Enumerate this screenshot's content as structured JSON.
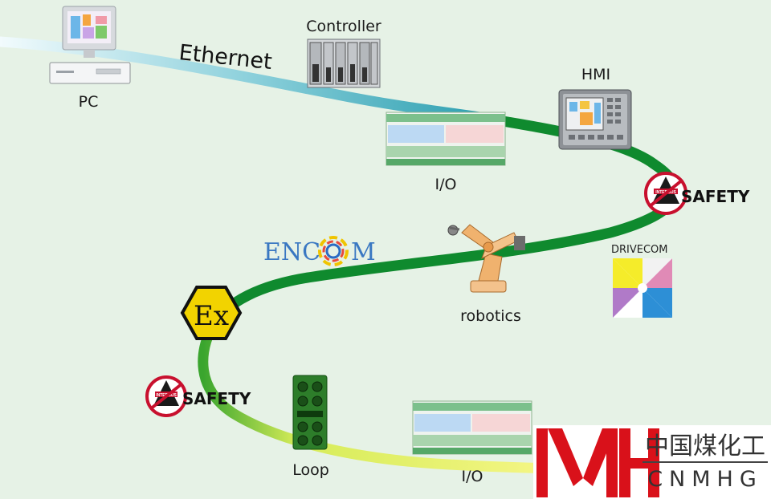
{
  "network": {
    "ethernet_label": "Ethernet",
    "encom_left": "ENC",
    "encom_right": "M",
    "drivecom_label": "DRIVECOM",
    "ex_symbol": "Ex"
  },
  "devices": {
    "pc": "PC",
    "controller": "Controller",
    "hmi": "HMI",
    "io_top": "I/O",
    "io_bottom": "I/O",
    "robotics": "robotics",
    "loop": "Loop",
    "safety_upper": "SAFETY",
    "safety_lower": "SAFETY",
    "interbus_badge": "INTERBUS"
  },
  "watermark": {
    "cn_text": "中国煤化工",
    "latin_text": "CNMHG"
  },
  "colors": {
    "background": "#e6f2e6",
    "ethernet_start": "#dff4f8",
    "ethernet_end": "#3aa7b8",
    "bus_green": "#0f8a2e",
    "loop_yellow": "#f0f06a",
    "safety_red": "#c8102e",
    "ex_yellow": "#f2d300",
    "watermark_red": "#d9111a"
  }
}
